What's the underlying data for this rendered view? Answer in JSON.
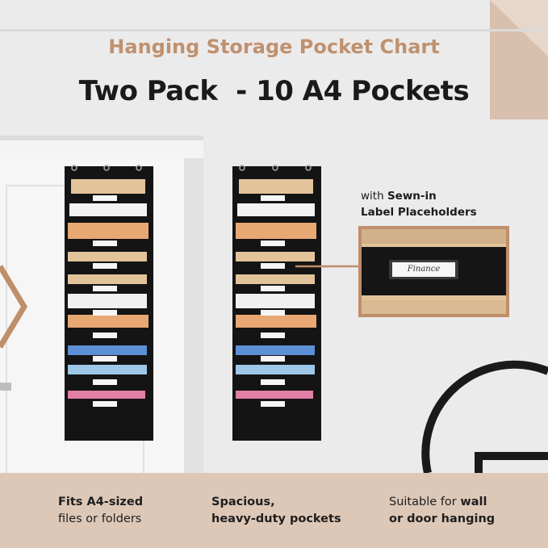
{
  "header": {
    "subtitle": "Hanging Storage Pocket Chart",
    "title": "Two Pack  - 10 A4 Pockets"
  },
  "callout": {
    "line1_prefix": "with ",
    "line1_bold": "Sewn-in",
    "line2": "Label Placeholders",
    "label_text": "Finance"
  },
  "features": [
    {
      "line1_bold": "Fits A4-sized",
      "line2": "files or folders"
    },
    {
      "line1_bold": "Spacious,",
      "line2_bold": "heavy-duty pockets"
    },
    {
      "line1": "Suitable for ",
      "line1_bold": "wall",
      "line2_bold": "or door hanging"
    }
  ],
  "colors": {
    "accent": "#c0916e",
    "footer_bg": "#ddc8b8",
    "organizer": "#141414",
    "folder_kraft": "#e3c39a",
    "folder_orange": "#e8a874",
    "folder_blue": "#5d8fd6",
    "folder_pink": "#e37fa6"
  }
}
